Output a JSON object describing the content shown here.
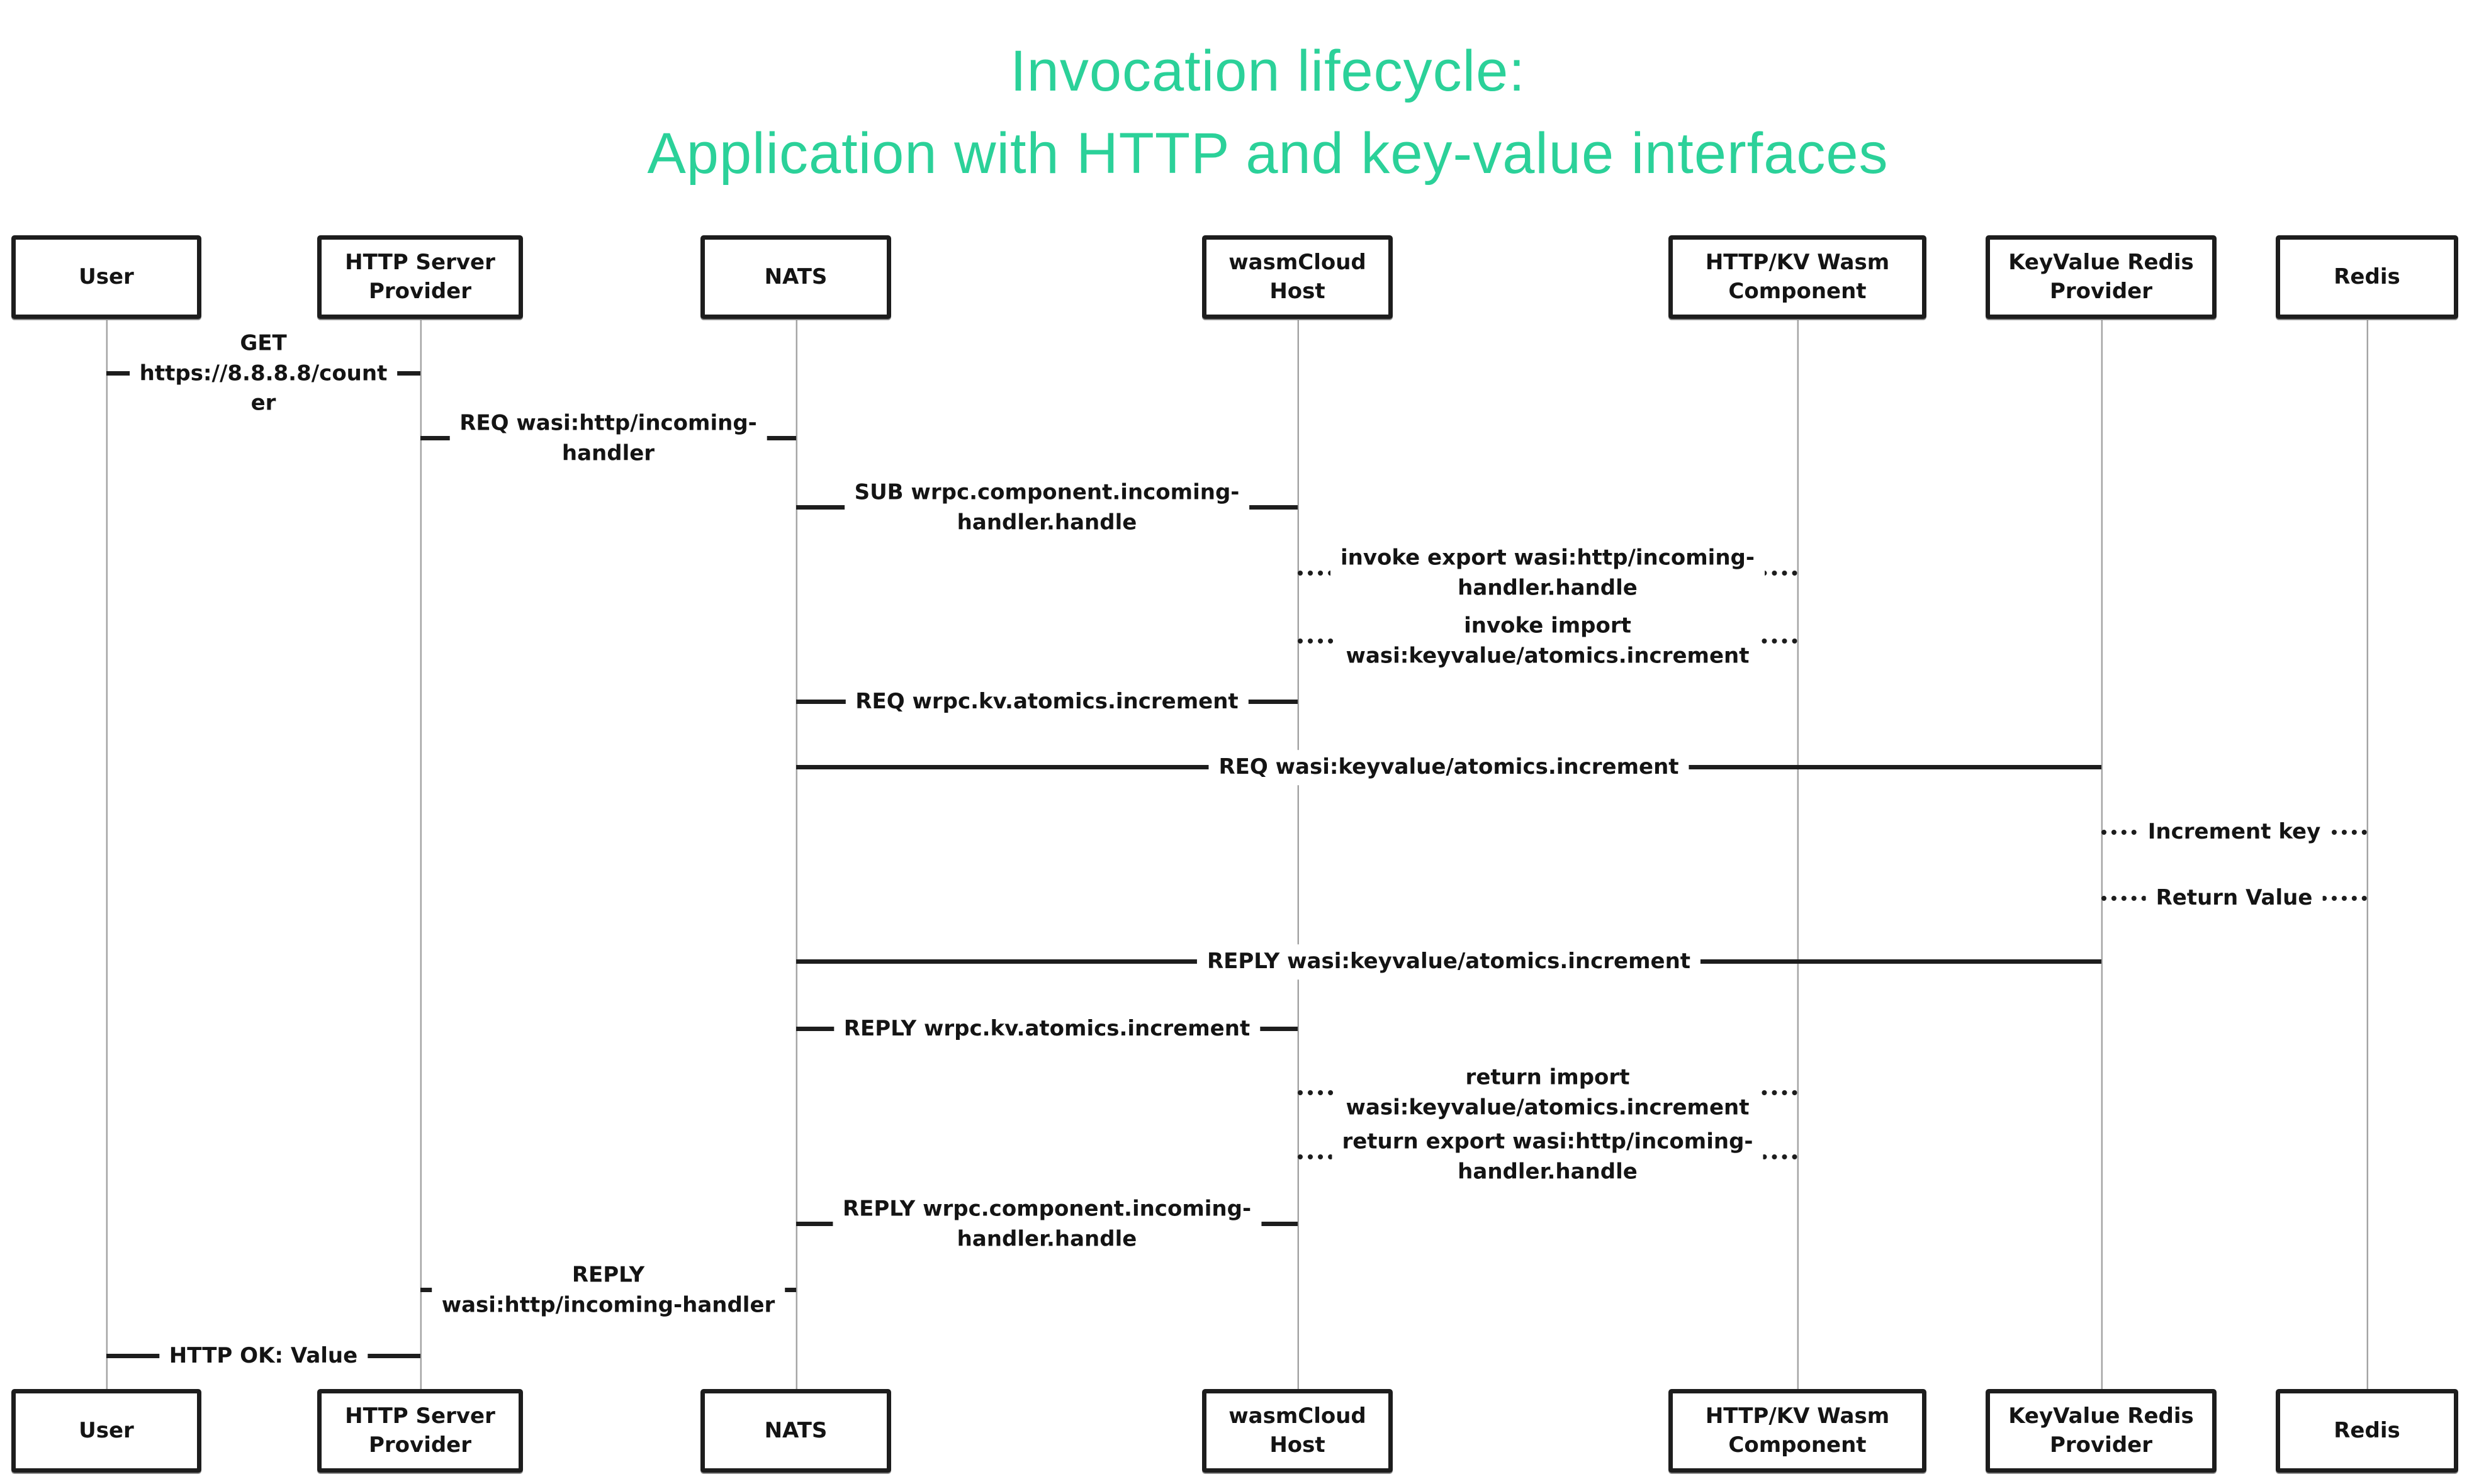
{
  "title": {
    "line1": "Invocation lifecycle:",
    "line2": "Application with HTTP and key-value interfaces"
  },
  "colors": {
    "title_accent": "#2bd199",
    "message_line": "#1d1d1d",
    "lifeline": "#a3a3a3"
  },
  "participants": [
    {
      "id": "user",
      "label": "User"
    },
    {
      "id": "http-server-provider",
      "label": "HTTP Server\nProvider"
    },
    {
      "id": "nats",
      "label": "NATS"
    },
    {
      "id": "wasmcloud-host",
      "label": "wasmCloud Host"
    },
    {
      "id": "http-kv-wasm-component",
      "label": "HTTP/KV Wasm\nComponent"
    },
    {
      "id": "keyvalue-redis-provider",
      "label": "KeyValue Redis\nProvider"
    },
    {
      "id": "redis",
      "label": "Redis"
    }
  ],
  "messages": [
    {
      "from": "user",
      "to": "http-server-provider",
      "style": "solid",
      "label": "GET\nhttps://8.8.8.8/count\ner"
    },
    {
      "from": "http-server-provider",
      "to": "nats",
      "style": "solid",
      "label": "REQ wasi:http/incoming-\nhandler"
    },
    {
      "from": "nats",
      "to": "wasmcloud-host",
      "style": "solid",
      "label": "SUB wrpc.component.incoming-\nhandler.handle"
    },
    {
      "from": "wasmcloud-host",
      "to": "http-kv-wasm-component",
      "style": "dotted",
      "label": "invoke export wasi:http/incoming-\nhandler.handle"
    },
    {
      "from": "wasmcloud-host",
      "to": "http-kv-wasm-component",
      "style": "dotted",
      "label": "invoke import\nwasi:keyvalue/atomics.increment"
    },
    {
      "from": "wasmcloud-host",
      "to": "nats",
      "style": "solid",
      "label": "REQ wrpc.kv.atomics.increment"
    },
    {
      "from": "nats",
      "to": "keyvalue-redis-provider",
      "style": "solid",
      "label": "REQ wasi:keyvalue/atomics.increment"
    },
    {
      "from": "keyvalue-redis-provider",
      "to": "redis",
      "style": "dotted",
      "label": "Increment key"
    },
    {
      "from": "redis",
      "to": "keyvalue-redis-provider",
      "style": "dotted",
      "label": "Return Value"
    },
    {
      "from": "keyvalue-redis-provider",
      "to": "nats",
      "style": "solid",
      "label": "REPLY wasi:keyvalue/atomics.increment"
    },
    {
      "from": "wasmcloud-host",
      "to": "nats",
      "style": "solid",
      "label": "REPLY wrpc.kv.atomics.increment"
    },
    {
      "from": "http-kv-wasm-component",
      "to": "wasmcloud-host",
      "style": "dotted",
      "label": "return import\nwasi:keyvalue/atomics.increment"
    },
    {
      "from": "http-kv-wasm-component",
      "to": "wasmcloud-host",
      "style": "dotted",
      "label": "return export wasi:http/incoming-\nhandler.handle"
    },
    {
      "from": "wasmcloud-host",
      "to": "nats",
      "style": "solid",
      "label": "REPLY wrpc.component.incoming-\nhandler.handle"
    },
    {
      "from": "nats",
      "to": "http-server-provider",
      "style": "solid",
      "label": "REPLY\nwasi:http/incoming-handler"
    },
    {
      "from": "http-server-provider",
      "to": "user",
      "style": "solid",
      "label": "HTTP OK: Value"
    }
  ]
}
